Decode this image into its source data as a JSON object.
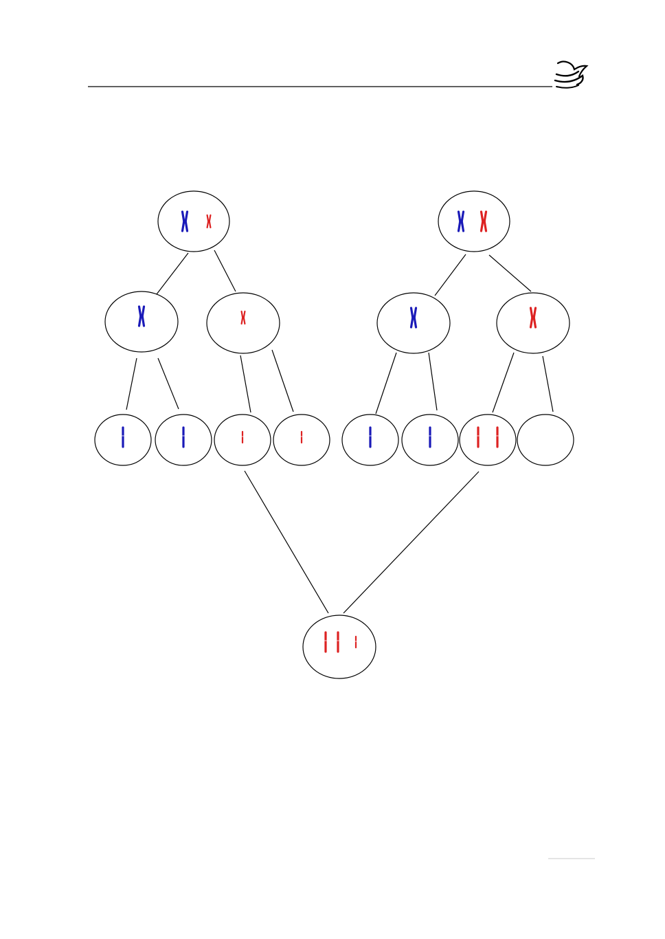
{
  "page": {
    "header_rule": true,
    "logo_icon": "dove-logo-icon",
    "footer_rule": true
  },
  "colors": {
    "outline": "#000000",
    "chromosome_blue": "#1a1ab8",
    "chromosome_red": "#dd2222",
    "footer_rule": "#c8c8c8"
  },
  "diagram": {
    "type": "meiosis-nondisjunction",
    "parents": [
      {
        "id": "parent-left",
        "content": [
          {
            "color": "blue",
            "form": "replicated",
            "size": "large"
          },
          {
            "color": "red",
            "form": "replicated",
            "size": "small"
          }
        ],
        "daughters": [
          {
            "id": "left-mI-a",
            "content": [
              {
                "color": "blue",
                "form": "replicated",
                "size": "large"
              }
            ],
            "gametes": [
              {
                "id": "gamete-1",
                "content": [
                  {
                    "color": "blue",
                    "form": "single",
                    "size": "large"
                  }
                ]
              },
              {
                "id": "gamete-2",
                "content": [
                  {
                    "color": "blue",
                    "form": "single",
                    "size": "large"
                  }
                ]
              }
            ]
          },
          {
            "id": "left-mI-b",
            "content": [
              {
                "color": "red",
                "form": "replicated",
                "size": "small"
              }
            ],
            "gametes": [
              {
                "id": "gamete-3",
                "content": [
                  {
                    "color": "red",
                    "form": "single",
                    "size": "small"
                  }
                ]
              },
              {
                "id": "gamete-4",
                "content": [
                  {
                    "color": "red",
                    "form": "single",
                    "size": "small"
                  }
                ]
              }
            ]
          }
        ]
      },
      {
        "id": "parent-right",
        "content": [
          {
            "color": "blue",
            "form": "replicated",
            "size": "large"
          },
          {
            "color": "red",
            "form": "replicated",
            "size": "large"
          }
        ],
        "daughters": [
          {
            "id": "right-mI-a",
            "content": [
              {
                "color": "blue",
                "form": "replicated",
                "size": "large"
              }
            ],
            "gametes": [
              {
                "id": "gamete-5",
                "content": [
                  {
                    "color": "blue",
                    "form": "single",
                    "size": "large"
                  }
                ]
              },
              {
                "id": "gamete-6",
                "content": [
                  {
                    "color": "blue",
                    "form": "single",
                    "size": "large"
                  }
                ]
              }
            ]
          },
          {
            "id": "right-mI-b",
            "content": [
              {
                "color": "red",
                "form": "replicated",
                "size": "large"
              }
            ],
            "gametes": [
              {
                "id": "gamete-7",
                "content": [
                  {
                    "color": "red",
                    "form": "single",
                    "size": "large"
                  },
                  {
                    "color": "red",
                    "form": "single",
                    "size": "large"
                  }
                ]
              },
              {
                "id": "gamete-8",
                "content": []
              }
            ]
          }
        ]
      }
    ],
    "zygote": {
      "id": "zygote",
      "from": [
        "gamete-3",
        "gamete-7"
      ],
      "content": [
        {
          "color": "red",
          "form": "single",
          "size": "large"
        },
        {
          "color": "red",
          "form": "single",
          "size": "large"
        },
        {
          "color": "red",
          "form": "single",
          "size": "small"
        }
      ]
    }
  }
}
